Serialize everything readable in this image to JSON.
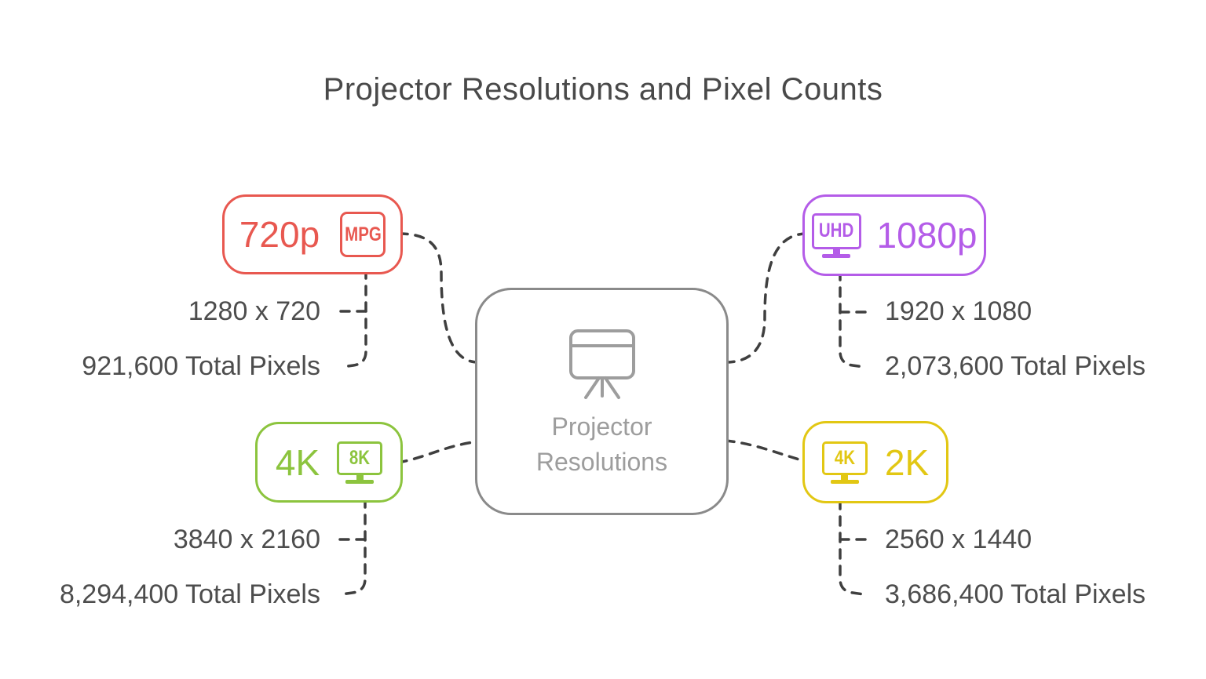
{
  "title": "Projector Resolutions and Pixel Counts",
  "center": {
    "label_line1": "Projector",
    "label_line2": "Resolutions",
    "icon": "projector-screen-icon",
    "border_color": "#8a8a8a",
    "text_color": "#9d9d9d"
  },
  "nodes": [
    {
      "id": "720p",
      "label": "720p",
      "icon": "mpg-badge-icon",
      "icon_text": "MPG",
      "color": "#e85850",
      "resolution": "1280 x 720",
      "total_pixels": "921,600 Total Pixels",
      "position": "top-left"
    },
    {
      "id": "1080p",
      "label": "1080p",
      "icon": "uhd-monitor-icon",
      "icon_text": "UHD",
      "color": "#b45ce8",
      "resolution": "1920 x 1080",
      "total_pixels": "2,073,600 Total Pixels",
      "position": "top-right"
    },
    {
      "id": "4K",
      "label": "4K",
      "icon": "8k-monitor-icon",
      "icon_text": "8K",
      "color": "#8cc43e",
      "resolution": "3840 x 2160",
      "total_pixels": "8,294,400 Total Pixels",
      "position": "bottom-left"
    },
    {
      "id": "2K",
      "label": "2K",
      "icon": "4k-monitor-icon",
      "icon_text": "4K",
      "color": "#e2c713",
      "resolution": "2560 x 1440",
      "total_pixels": "3,686,400 Total Pixels",
      "position": "bottom-right"
    }
  ],
  "connector_color": "#3f3f3f"
}
